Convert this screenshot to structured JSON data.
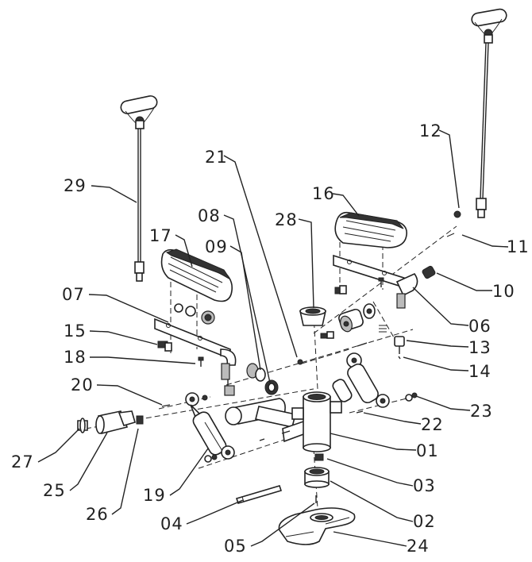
{
  "callouts": [
    {
      "id": "29",
      "text": "29"
    },
    {
      "id": "21",
      "text": "21"
    },
    {
      "id": "12",
      "text": "12"
    },
    {
      "id": "16",
      "text": "16"
    },
    {
      "id": "08",
      "text": "08"
    },
    {
      "id": "28",
      "text": "28"
    },
    {
      "id": "11",
      "text": "11"
    },
    {
      "id": "17",
      "text": "17"
    },
    {
      "id": "09",
      "text": "09"
    },
    {
      "id": "10",
      "text": "10"
    },
    {
      "id": "07",
      "text": "07"
    },
    {
      "id": "06",
      "text": "06"
    },
    {
      "id": "15",
      "text": "15"
    },
    {
      "id": "13",
      "text": "13"
    },
    {
      "id": "18",
      "text": "18"
    },
    {
      "id": "14",
      "text": "14"
    },
    {
      "id": "20",
      "text": "20"
    },
    {
      "id": "23",
      "text": "23"
    },
    {
      "id": "22",
      "text": "22"
    },
    {
      "id": "01",
      "text": "01"
    },
    {
      "id": "27",
      "text": "27"
    },
    {
      "id": "03",
      "text": "03"
    },
    {
      "id": "25",
      "text": "25"
    },
    {
      "id": "19",
      "text": "19"
    },
    {
      "id": "26",
      "text": "26"
    },
    {
      "id": "02",
      "text": "02"
    },
    {
      "id": "04",
      "text": "04"
    },
    {
      "id": "05",
      "text": "05"
    },
    {
      "id": "24",
      "text": "24"
    }
  ]
}
